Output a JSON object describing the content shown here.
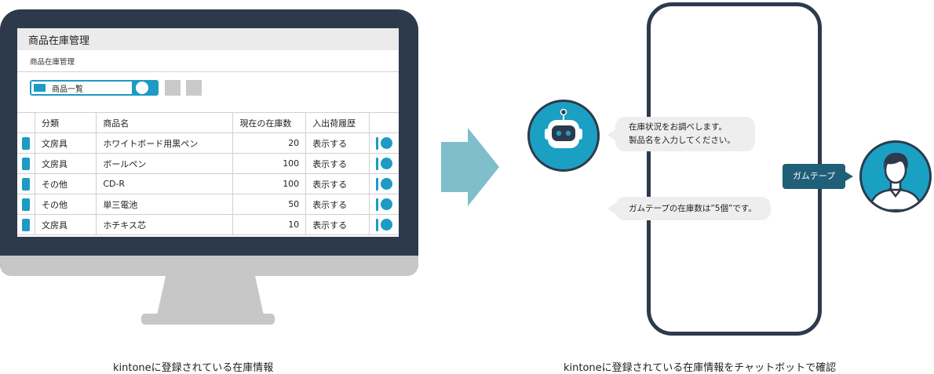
{
  "app": {
    "title": "商品在庫管理",
    "breadcrumb": "商品在庫管理",
    "view_select_label": "商品一覧"
  },
  "table": {
    "headers": [
      "分類",
      "商品名",
      "現在の在庫数",
      "入出荷履歴"
    ],
    "rows": [
      {
        "category": "文房具",
        "name": "ホワイトボード用黒ペン",
        "stock": "20",
        "history": "表示する"
      },
      {
        "category": "文房具",
        "name": "ボールペン",
        "stock": "100",
        "history": "表示する"
      },
      {
        "category": "その他",
        "name": "CD-R",
        "stock": "100",
        "history": "表示する"
      },
      {
        "category": "その他",
        "name": "単三電池",
        "stock": "50",
        "history": "表示する"
      },
      {
        "category": "文房具",
        "name": "ホチキス芯",
        "stock": "10",
        "history": "表示する"
      }
    ]
  },
  "chat": {
    "bot_message_1_line1": "在庫状況をお調べします。",
    "bot_message_1_line2": "製品名を入力してください。",
    "user_message": "ガムテープ",
    "bot_message_2": "ガムテープの在庫数は”5個”です。"
  },
  "captions": {
    "left": "kintoneに登録されている在庫情報",
    "right": "kintoneに登録されている在庫情報をチャットボットで確認"
  },
  "colors": {
    "accent": "#1d9bc4",
    "frame": "#2c3a4c",
    "arrow": "#7fbfcc",
    "user_bubble": "#1f5f78"
  }
}
